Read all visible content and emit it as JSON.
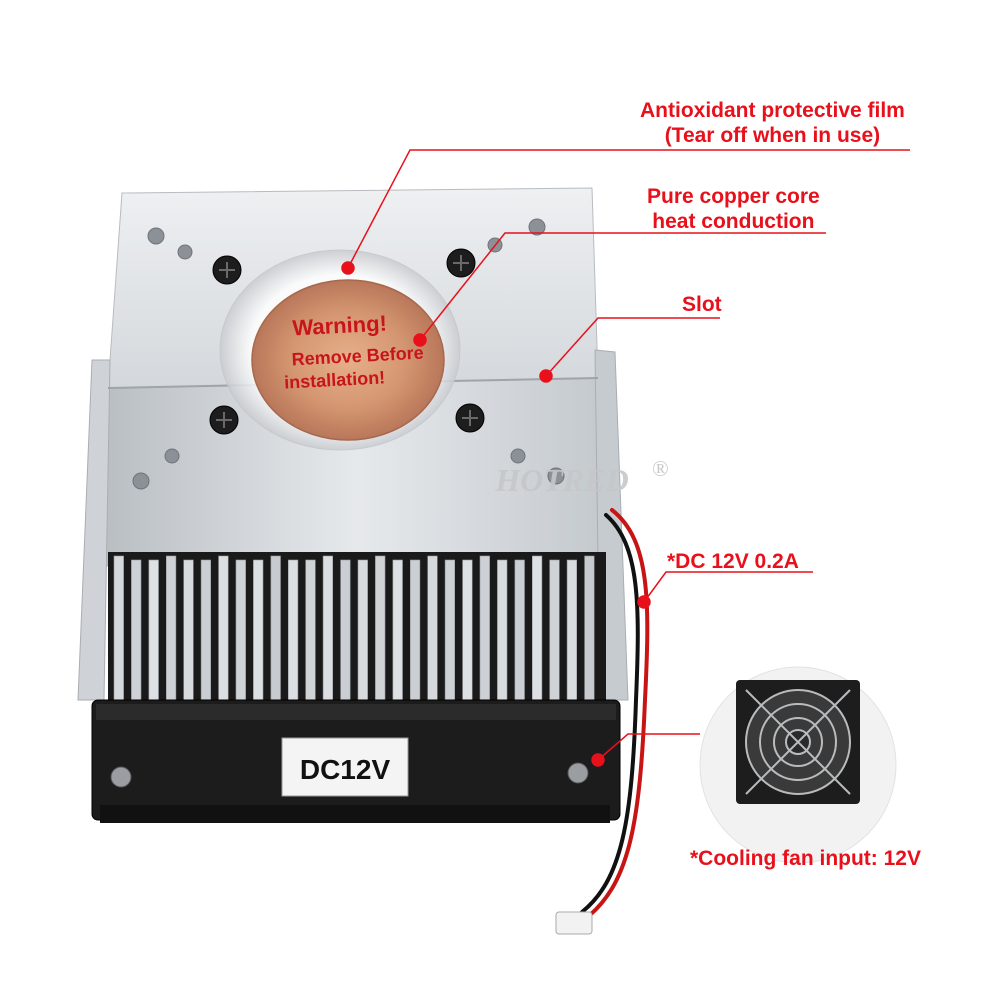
{
  "product": {
    "sticker": [
      "Warning!",
      "Remove Before",
      "installation!"
    ],
    "fan_label": "DC12V",
    "watermark": "HOTRED",
    "watermark_mark": "®"
  },
  "callouts": {
    "film": [
      "Antioxidant protective film",
      "(Tear off when in use)"
    ],
    "copper": [
      "Pure copper core",
      "heat conduction"
    ],
    "slot": "Slot",
    "power": "*DC 12V 0.2A",
    "fan_input": "*Cooling fan input: 12V"
  },
  "colors": {
    "accent": "#e8101a",
    "aluminium": "#dcdfe2",
    "copper": "#d49670",
    "fan": "#1c1c1c"
  }
}
